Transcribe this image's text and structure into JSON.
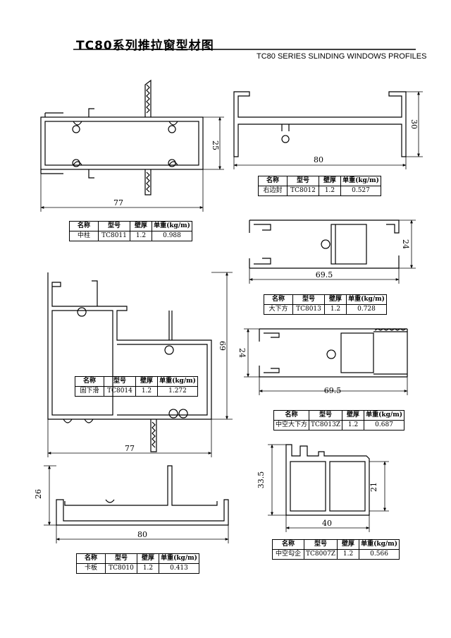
{
  "header": {
    "title": "TC80系列推拉窗型材图",
    "subtitle": "TC80 SERIES SLINDING WINDOWS PROFILES"
  },
  "table_headers": {
    "name": "名称",
    "model": "型号",
    "thickness": "壁厚",
    "unit_weight": "单重(kg/m)"
  },
  "profiles": [
    {
      "name": "中柱",
      "model": "TC8011",
      "thickness": "1.2",
      "weight": "0.988",
      "dims": [
        "77",
        "25"
      ]
    },
    {
      "name": "右边封",
      "model": "TC8012",
      "thickness": "1.2",
      "weight": "0.527",
      "dims": [
        "80",
        "30"
      ]
    },
    {
      "name": "大下方",
      "model": "TC8013",
      "thickness": "1.2",
      "weight": "0.728",
      "dims": [
        "69.5",
        "24"
      ]
    },
    {
      "name": "固下滑",
      "model": "TC8014",
      "thickness": "1.2",
      "weight": "1.272",
      "dims": [
        "77",
        "69"
      ]
    },
    {
      "name": "中空大下方",
      "model": "TC8013Z",
      "thickness": "1.2",
      "weight": "0.687",
      "dims": [
        "69.5",
        "24"
      ]
    },
    {
      "name": "卡板",
      "model": "TC8010",
      "thickness": "1.2",
      "weight": "0.413",
      "dims": [
        "80",
        "26"
      ]
    },
    {
      "name": "中空勾企",
      "model": "TC8007Z",
      "thickness": "1.2",
      "weight": "0.566",
      "dims": [
        "40",
        "33.5",
        "21"
      ]
    }
  ]
}
